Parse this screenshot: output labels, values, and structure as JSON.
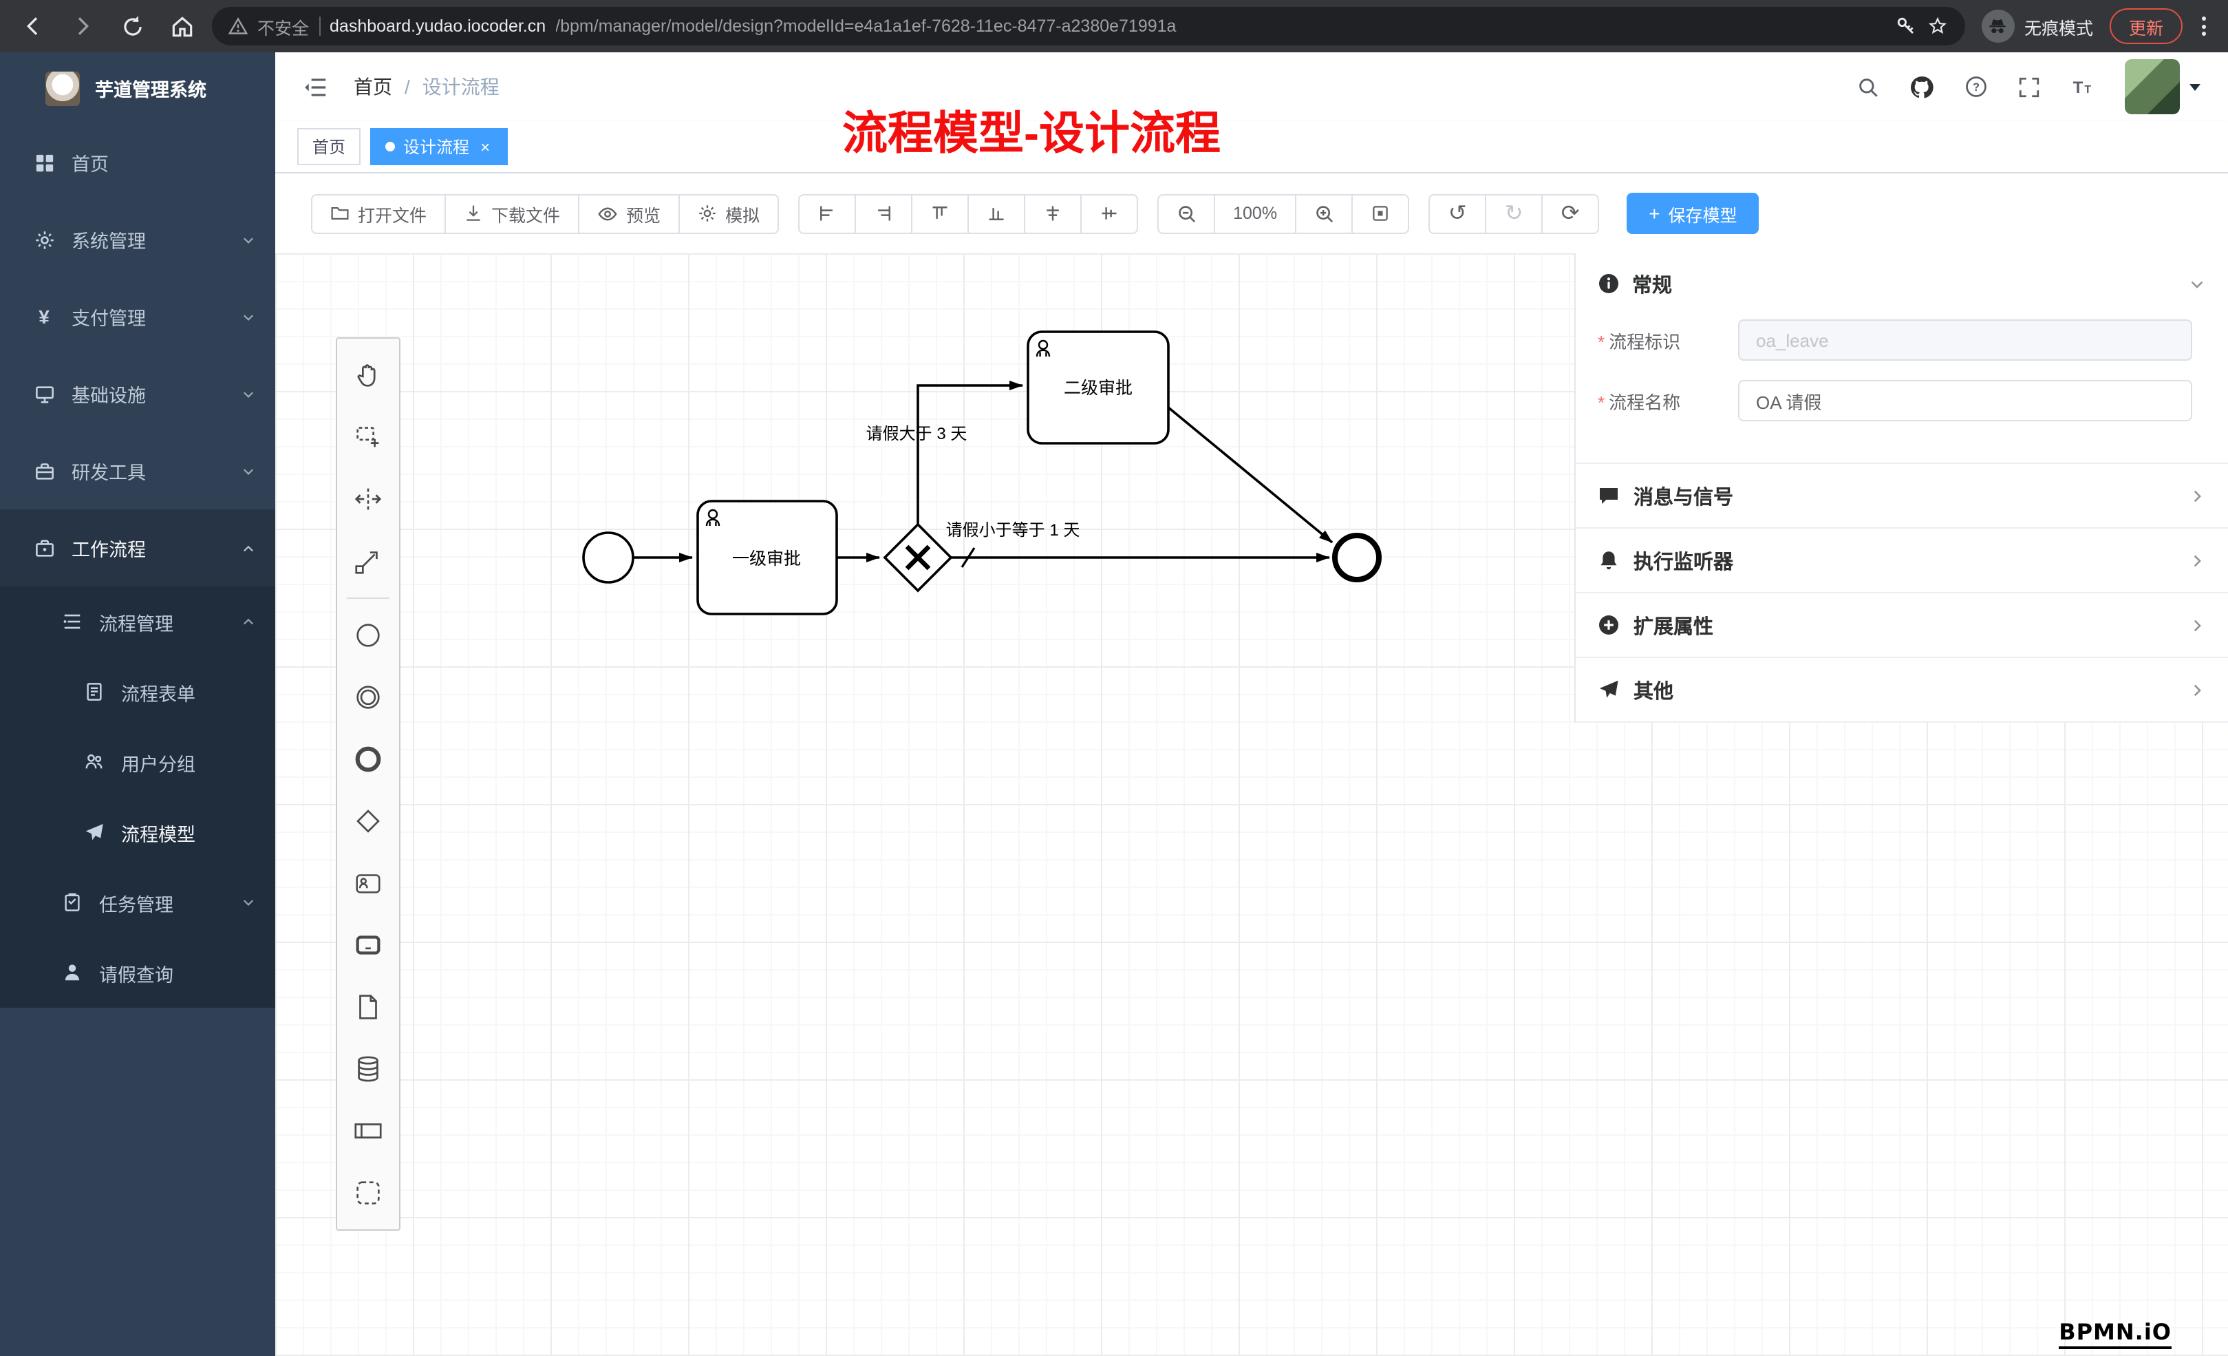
{
  "browser": {
    "security_label": "不安全",
    "url_host": "dashboard.yudao.iocoder.cn",
    "url_path": "/bpm/manager/model/design?modelId=e4a1a1ef-7628-11ec-8477-a2380e71991a",
    "incognito_label": "无痕模式",
    "update_label": "更新"
  },
  "sidebar": {
    "logo_title": "芋道管理系统",
    "items": [
      {
        "label": "首页"
      },
      {
        "label": "系统管理"
      },
      {
        "label": "支付管理"
      },
      {
        "label": "基础设施"
      },
      {
        "label": "研发工具"
      },
      {
        "label": "工作流程"
      }
    ],
    "process_group": {
      "label": "流程管理"
    },
    "process_children": [
      {
        "label": "流程表单"
      },
      {
        "label": "用户分组"
      },
      {
        "label": "流程模型"
      }
    ],
    "task_group": {
      "label": "任务管理"
    },
    "leave_item": {
      "label": "请假查询"
    }
  },
  "header": {
    "breadcrumb_home": "首页",
    "breadcrumb_current": "设计流程",
    "overlay_title": "流程模型-设计流程"
  },
  "tabs": {
    "home": "首页",
    "design": "设计流程"
  },
  "toolbar": {
    "open_file": "打开文件",
    "download_file": "下载文件",
    "preview": "预览",
    "simulate": "模拟",
    "zoom_level": "100%",
    "save_model": "保存模型"
  },
  "diagram": {
    "task_level1": "一级审批",
    "task_level2": "二级审批",
    "flow_gt3": "请假大于 3 天",
    "flow_lte1": "请假小于等于 1 天"
  },
  "panel": {
    "section_general": "常规",
    "process_key_label": "流程标识",
    "process_key_value": "oa_leave",
    "process_name_label": "流程名称",
    "process_name_value": "OA 请假",
    "section_message": "消息与信号",
    "section_listener": "执行监听器",
    "section_extension": "扩展属性",
    "section_other": "其他"
  },
  "canvas": {
    "bpmn_logo": "BPMN.iO"
  },
  "colors": {
    "accent": "#409eff",
    "sidebar_bg": "#304156",
    "sidebar_sub_bg": "#1f2d3d",
    "annotation_red": "#f40f0f",
    "chrome_bg": "#35363a"
  }
}
